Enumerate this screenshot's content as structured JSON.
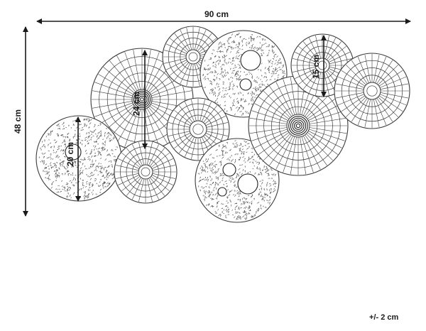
{
  "dimensions": {
    "width_label": "90 cm",
    "height_label": "48 cm",
    "diameter_24_label": "24 cm",
    "diameter_20_label": "20 cm",
    "diameter_15_label": "15 cm"
  },
  "tolerance_label": "+/- 2 cm",
  "colors": {
    "line": "#3a3a3a",
    "arrow": "#1a1a1a",
    "background": "#ffffff"
  },
  "circles": [
    {
      "id": "large-spoke",
      "style": "spoke"
    },
    {
      "id": "left-speckled",
      "style": "speckled"
    },
    {
      "id": "top-small-spoke",
      "style": "spoke"
    },
    {
      "id": "top-speckled",
      "style": "speckled"
    },
    {
      "id": "center-small-spoke",
      "style": "spoke"
    },
    {
      "id": "lower-left-small-spoke",
      "style": "spoke"
    },
    {
      "id": "lower-speckled",
      "style": "speckled"
    },
    {
      "id": "right-large-spoke",
      "style": "spoke"
    },
    {
      "id": "right-small-spoke",
      "style": "spoke"
    },
    {
      "id": "far-right-spoke",
      "style": "spoke"
    }
  ]
}
